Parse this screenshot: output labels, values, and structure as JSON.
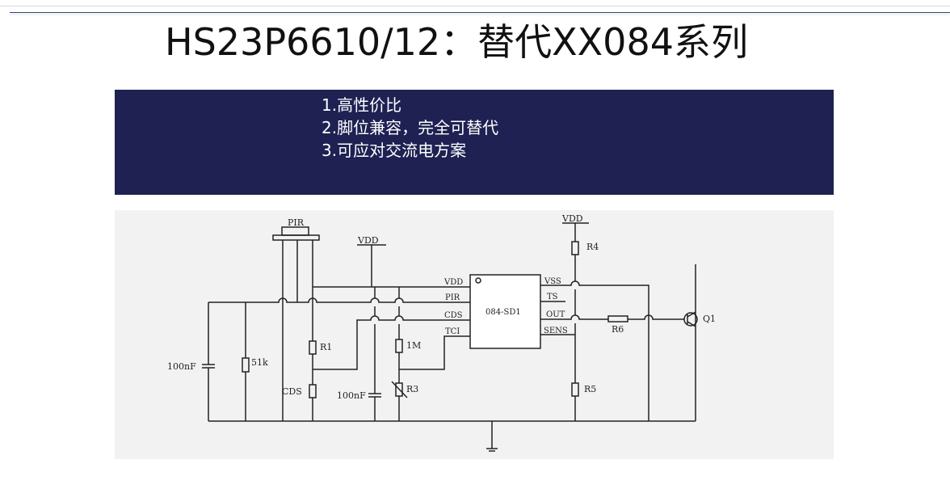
{
  "title": "HS23P6610/12：替代XX084系列",
  "features": [
    "1.高性价比",
    "2.脚位兼容，完全可替代",
    "3.可应对交流电方案"
  ],
  "schematic": {
    "chip": "084-SD1",
    "left_pins": [
      "VDD",
      "PIR",
      "CDS",
      "TCI"
    ],
    "right_pins": [
      "VSS",
      "TS",
      "OUT",
      "SENS"
    ],
    "pir": "PIR",
    "vdd1": "VDD",
    "vdd2": "VDD",
    "c1": "100nF",
    "r_51k": "51k",
    "r1": "R1",
    "cds": "CDS",
    "c2": "100nF",
    "r_1m": "1M",
    "r3": "R3",
    "r4": "R4",
    "r5": "R5",
    "r6": "R6",
    "q1": "Q1"
  }
}
